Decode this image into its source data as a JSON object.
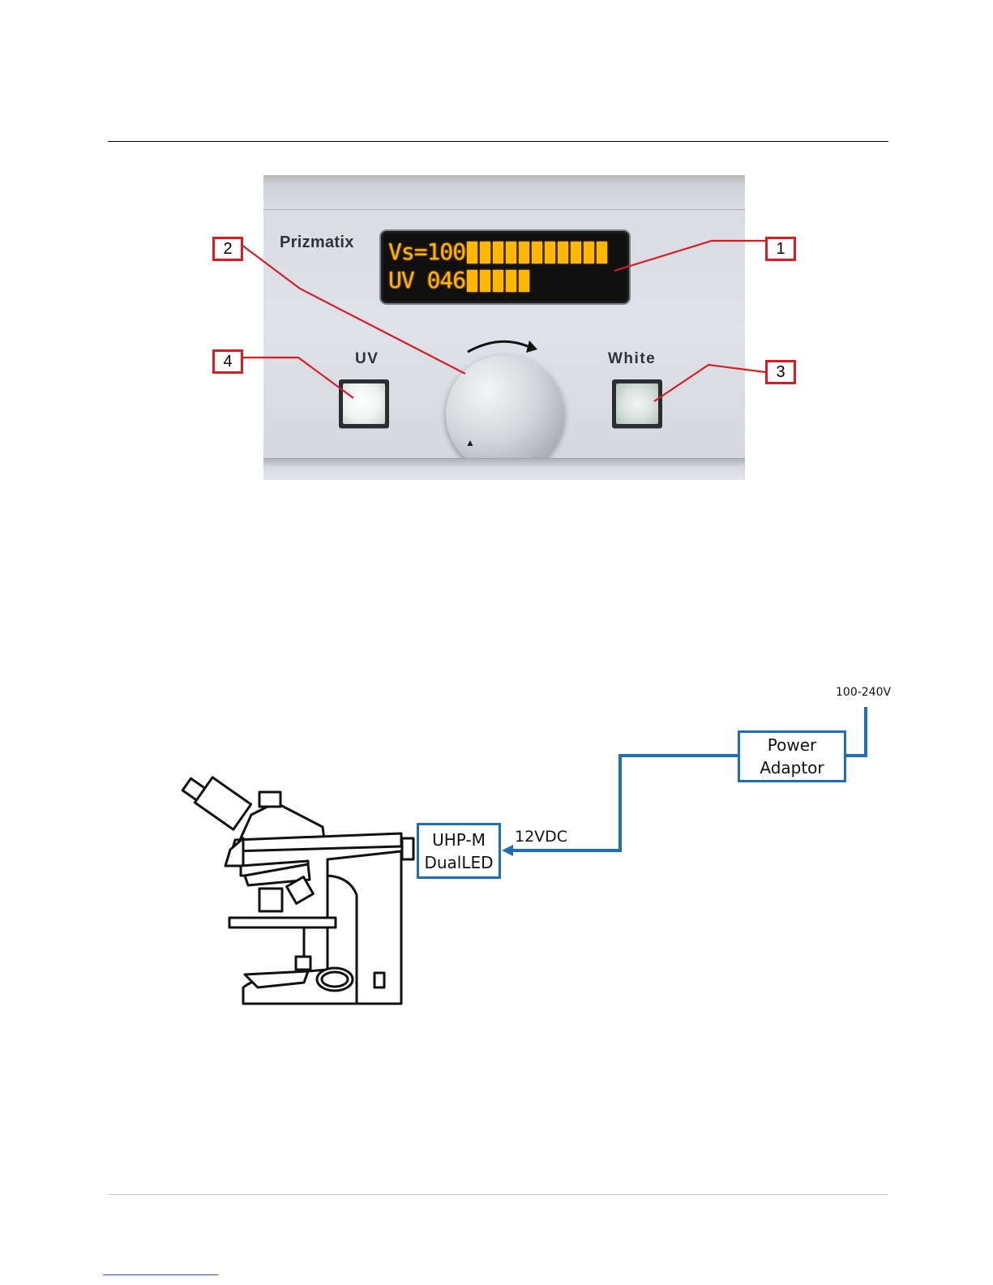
{
  "device": {
    "brand": "Prizmatix",
    "display": {
      "line1_text": "Vs=100",
      "line1_level_percent": 100,
      "line2_text": "UV 046",
      "line2_level_percent": 46
    },
    "left_button_label": "UV",
    "right_button_label": "White"
  },
  "callouts": {
    "c1": "1",
    "c2": "2",
    "c3": "3",
    "c4": "4"
  },
  "diagram": {
    "mains_label": "100-240V",
    "power_adaptor_line1": "Power",
    "power_adaptor_line2": "Adaptor",
    "led_line1": "UHP-M",
    "led_line2": "DualLED",
    "dc_label": "12VDC",
    "line_color": "#1f6fb6"
  },
  "colors": {
    "callout_red": "#d61d22",
    "lcd_amber": "#ffb400"
  }
}
